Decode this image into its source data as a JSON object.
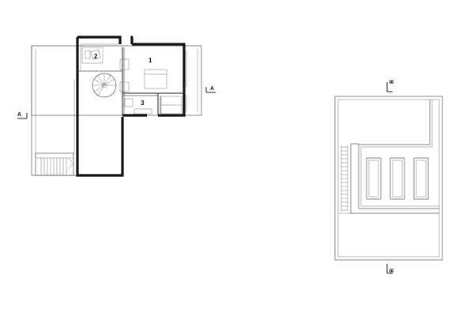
{
  "floor_plan": {
    "rooms": [
      {
        "id": "room-1",
        "label": "1"
      },
      {
        "id": "room-2",
        "label": "2"
      },
      {
        "id": "room-3",
        "label": "3"
      }
    ],
    "section_marks": {
      "a_left": "A",
      "a_right": "A"
    }
  },
  "roof_plan": {
    "section_marks": {
      "b_top": "B",
      "b_bottom": "B"
    },
    "skylight_count": 3
  }
}
